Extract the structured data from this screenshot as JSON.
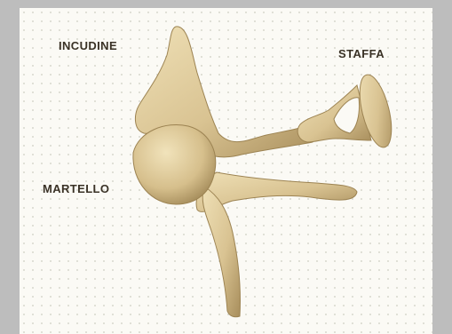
{
  "labels": {
    "incudine": "INCUDINE",
    "staffa": "STAFFA",
    "martello": "MARTELLO"
  },
  "colors": {
    "bone_light": "#e6d3a4",
    "bone_mid": "#cdb47f",
    "bone_dark": "#a88e5c",
    "background": "#fbfaf5",
    "frame": "#bdbdbd"
  }
}
